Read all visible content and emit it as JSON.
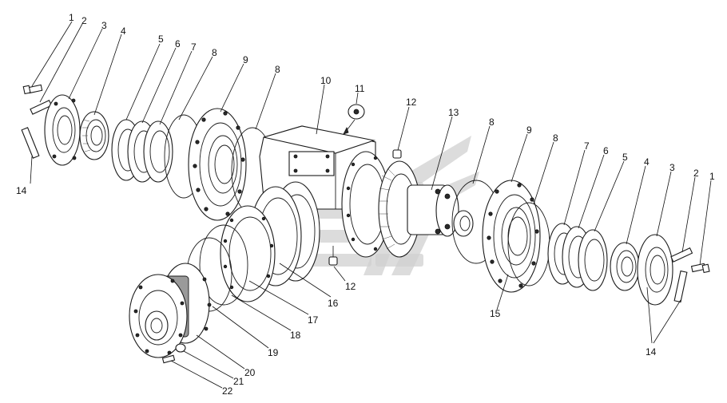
{
  "colors": {
    "line": "#1a1a1a",
    "watermark": "#d0d0d0",
    "background": "#ffffff"
  },
  "labels": {
    "n1_left": "1",
    "n2_left": "2",
    "n3_left": "3",
    "n4_left": "4",
    "n5_left": "5",
    "n6_left": "6",
    "n7_left": "7",
    "n8_left_a": "8",
    "n9_left": "9",
    "n8_left_b": "8",
    "n10": "10",
    "n11": "11",
    "n12_top": "12",
    "n13": "13",
    "n8_right_a": "8",
    "n9_right": "9",
    "n8_right_b": "8",
    "n7_right": "7",
    "n6_right": "6",
    "n5_right": "5",
    "n4_right": "4",
    "n3_right": "3",
    "n2_right": "2",
    "n1_right": "1",
    "n14_left": "14",
    "n14_right": "14",
    "n15": "15",
    "n12_bottom": "12",
    "n16": "16",
    "n17": "17",
    "n18": "18",
    "n19": "19",
    "n20": "20",
    "n21": "21",
    "n22": "22"
  }
}
